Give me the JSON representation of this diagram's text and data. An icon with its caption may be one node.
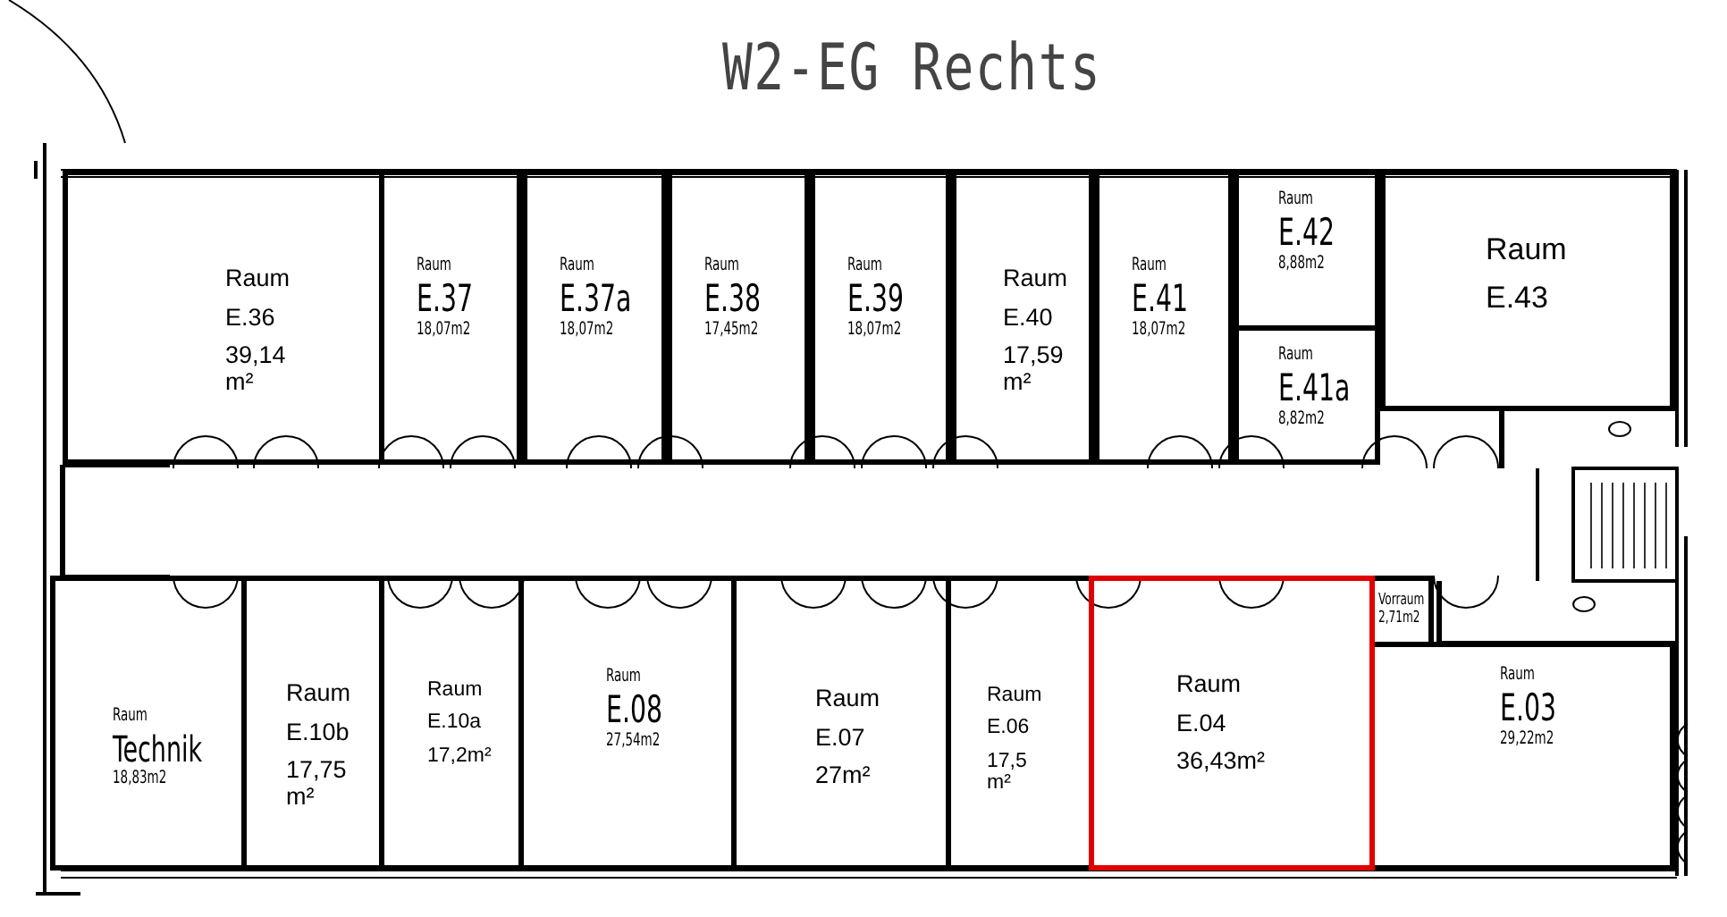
{
  "diagram": {
    "title": "W2-EG Rechts",
    "nodes": [
      {
        "text": [
          "Raum",
          "E.36",
          "39,14 m²"
        ]
      },
      {
        "text": [
          "Raum",
          "E.37",
          "18,07m2"
        ]
      },
      {
        "text": [
          "Raum",
          "E.37a",
          "18,07m2"
        ]
      },
      {
        "text": [
          "Raum",
          "E.38",
          "17,45m2"
        ]
      },
      {
        "text": [
          "Raum",
          "E.39",
          "18,07m2"
        ]
      },
      {
        "text": [
          "Raum",
          "E.40",
          "17,59 m²"
        ]
      },
      {
        "text": [
          "Raum",
          "E.41",
          "18,07m2"
        ]
      },
      {
        "text": [
          "Raum",
          "E.42",
          "8,88m2"
        ]
      },
      {
        "text": [
          "Raum",
          "E.41a",
          "8,82m2"
        ]
      },
      {
        "text": [
          "Raum",
          "E.43"
        ]
      },
      {
        "text": [
          "Raum",
          "Technik",
          "18,83m2"
        ]
      },
      {
        "text": [
          "Raum",
          "E.10b",
          "17,75 m²"
        ]
      },
      {
        "text": [
          "Raum",
          "E.10a",
          "17,2m²"
        ]
      },
      {
        "text": [
          "Raum",
          "E.08",
          "27,54m2"
        ]
      },
      {
        "text": [
          "Raum",
          "E.07",
          "27m²"
        ]
      },
      {
        "text": [
          "Raum",
          "E.06",
          "17,5 m²"
        ]
      },
      {
        "text": [
          "Raum",
          "E.04",
          "36,43m²"
        ]
      },
      {
        "text": [
          "Vorraum",
          "2,71m2"
        ]
      },
      {
        "text": [
          "Raum",
          "E.03",
          "29,22m2"
        ]
      }
    ]
  }
}
